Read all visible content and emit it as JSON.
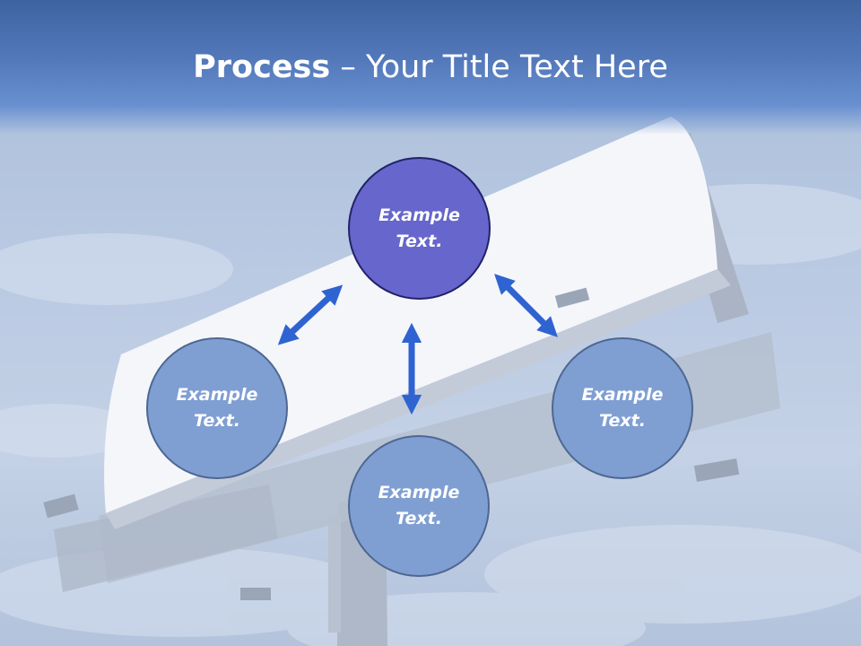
{
  "slide": {
    "title_bold": "Process",
    "title_rest": " – Your Title Text Here"
  },
  "nodes": {
    "top": "Example\nText.",
    "left": "Example\nText.",
    "right": "Example\nText.",
    "bottom": "Example\nText."
  },
  "colors": {
    "header": "#5379bb",
    "main_circle": "#6666cc",
    "sub_circle": "#7f9fd3",
    "arrow": "#2f63d1"
  }
}
